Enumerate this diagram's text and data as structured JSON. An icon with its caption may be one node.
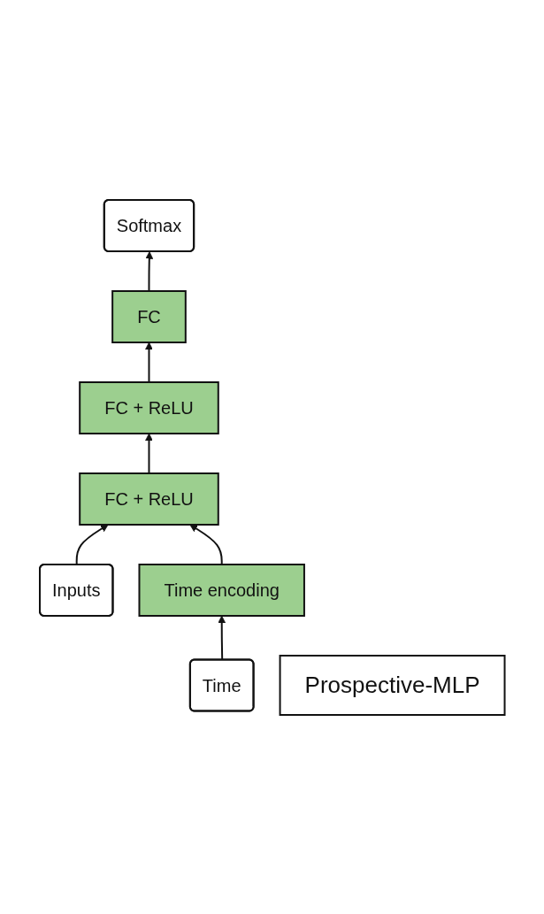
{
  "diagram": {
    "nodes": [
      {
        "text": [
          "Softmax"
        ]
      },
      {
        "text": [
          "FC"
        ]
      },
      {
        "text": [
          "FC + ReLU"
        ]
      },
      {
        "text": [
          "FC + ReLU"
        ]
      },
      {
        "text": [
          "Inputs"
        ]
      },
      {
        "text": [
          "Time encoding"
        ]
      },
      {
        "text": [
          "Time"
        ]
      },
      {
        "text": [
          "Prospective-MLP"
        ]
      }
    ],
    "edges": [
      {
        "from": 1,
        "to": 0,
        "arrow": "to"
      },
      {
        "from": 2,
        "to": 1,
        "arrow": "to"
      },
      {
        "from": 3,
        "to": 2,
        "arrow": "to"
      },
      {
        "from": 4,
        "to": 3,
        "arrow": "to"
      },
      {
        "from": 5,
        "to": 3,
        "arrow": "to"
      },
      {
        "from": 6,
        "to": 5,
        "arrow": "to"
      }
    ]
  }
}
